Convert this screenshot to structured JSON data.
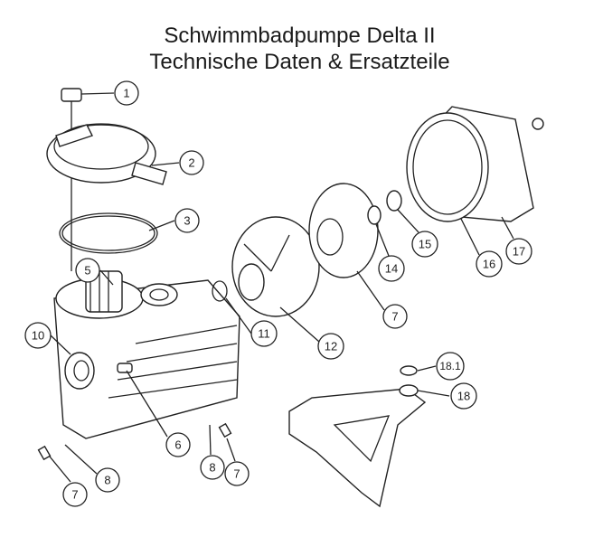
{
  "title": {
    "line1": "Schwimmbadpumpe Delta II",
    "line2": "Technische Daten & Ersatzteile"
  },
  "callouts": {
    "c1": "1",
    "c2": "2",
    "c3": "3",
    "c5": "5",
    "c10": "10",
    "c6": "6",
    "c8a": "8",
    "c7a": "7",
    "c11": "11",
    "c12": "12",
    "c7b": "7",
    "c14": "14",
    "c15": "15",
    "c16": "16",
    "c17": "17",
    "c181": "18.1",
    "c18": "18",
    "c8b": "8",
    "c7c": "7"
  }
}
